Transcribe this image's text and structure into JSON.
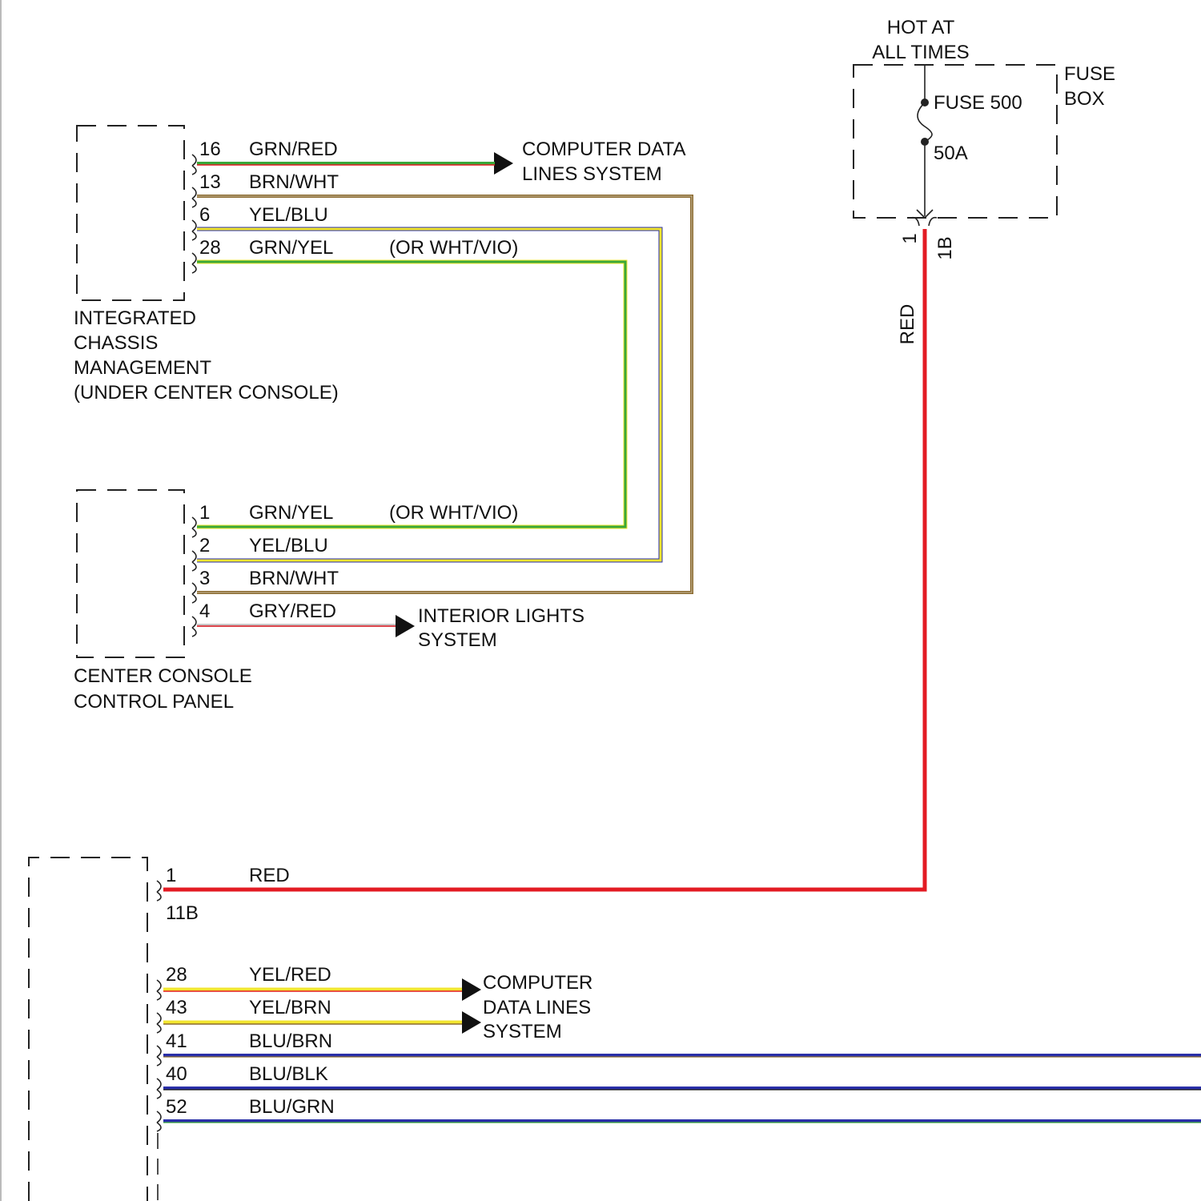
{
  "colors": {
    "red": "#e31b23",
    "green": "#3aa83a",
    "yellow": "#f2e630",
    "brown": "#8b6a2f",
    "blue": "#2a2fa8",
    "gray": "#c8c8c8",
    "outline": "#222222"
  },
  "fuse_box": {
    "hot_label": [
      "HOT AT",
      "ALL TIMES"
    ],
    "name": [
      "FUSE",
      "BOX"
    ],
    "fuse_name": "FUSE 500",
    "fuse_rating": "50A",
    "terminal_pin": "1",
    "terminal_connector": "1B",
    "wire_color_label": "RED"
  },
  "icm": {
    "name": [
      "INTEGRATED",
      "CHASSIS",
      "MANAGEMENT",
      "(UNDER CENTER CONSOLE)"
    ],
    "pins": [
      {
        "pin": "16",
        "color": "GRN/RED",
        "note": ""
      },
      {
        "pin": "13",
        "color": "BRN/WHT",
        "note": ""
      },
      {
        "pin": "6",
        "color": "YEL/BLU",
        "note": ""
      },
      {
        "pin": "28",
        "color": "GRN/YEL",
        "note": "(OR WHT/VIO)"
      }
    ],
    "dest": [
      "COMPUTER DATA",
      "LINES SYSTEM"
    ]
  },
  "console": {
    "name": [
      "CENTER CONSOLE",
      "CONTROL PANEL"
    ],
    "pins": [
      {
        "pin": "1",
        "color": "GRN/YEL",
        "note": "(OR WHT/VIO)"
      },
      {
        "pin": "2",
        "color": "YEL/BLU",
        "note": ""
      },
      {
        "pin": "3",
        "color": "BRN/WHT",
        "note": ""
      },
      {
        "pin": "4",
        "color": "GRY/RED",
        "note": ""
      }
    ],
    "dest": [
      "INTERIOR LIGHTS",
      "SYSTEM"
    ]
  },
  "lower_module": {
    "pins": [
      {
        "pin": "1",
        "color": "RED",
        "connector": "11B"
      },
      {
        "pin": "28",
        "color": "YEL/RED"
      },
      {
        "pin": "43",
        "color": "YEL/BRN"
      },
      {
        "pin": "41",
        "color": "BLU/BRN"
      },
      {
        "pin": "40",
        "color": "BLU/BLK"
      },
      {
        "pin": "52",
        "color": "BLU/GRN"
      }
    ],
    "dest": [
      "COMPUTER",
      "DATA LINES",
      "SYSTEM"
    ]
  }
}
